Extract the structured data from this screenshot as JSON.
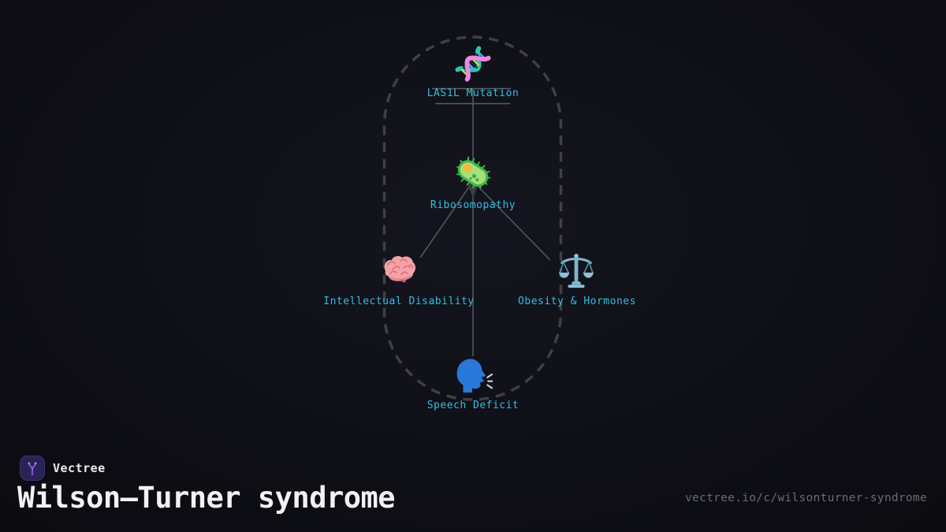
{
  "graph": {
    "nodes": [
      {
        "id": "las1l-mutation",
        "label": "LAS1L Mutation",
        "icon": "dna-icon"
      },
      {
        "id": "ribosomopathy",
        "label": "Ribosomopathy",
        "icon": "microbe-icon"
      },
      {
        "id": "intellectual-disability",
        "label": "Intellectual Disability",
        "icon": "brain-icon"
      },
      {
        "id": "obesity-hormones",
        "label": "Obesity & Hormones",
        "icon": "balance-scale-icon"
      },
      {
        "id": "speech-deficit",
        "label": "Speech Deficit",
        "icon": "speaking-head-icon"
      }
    ],
    "edges": [
      {
        "from": "LAS1L Mutation",
        "to": "Ribosomopathy"
      },
      {
        "from": "Ribosomopathy",
        "to": "Intellectual Disability"
      },
      {
        "from": "Ribosomopathy",
        "to": "Speech Deficit"
      },
      {
        "from": "Ribosomopathy",
        "to": "Obesity & Hormones"
      }
    ],
    "colors": {
      "node_label": "#31bfe0",
      "edge_line": "#53575b",
      "arrowhead": "#3a3d42",
      "dashed_border": "#3f3f46",
      "background": "#0e0e15"
    }
  },
  "footer": {
    "brand": "Vectree",
    "title": "Wilson–Turner syndrome",
    "url": "vectree.io/c/wilsonturner-syndrome",
    "logo_bg": "#2a2454",
    "logo_accent": "#a365f5"
  }
}
